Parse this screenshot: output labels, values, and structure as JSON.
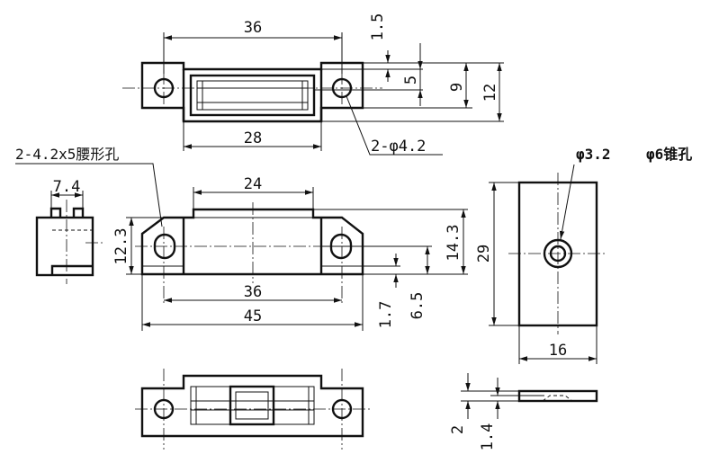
{
  "top_view": {
    "dim_width_outer": "36",
    "dim_width_inner": "28",
    "dim_thickness_top": "1.5",
    "dim_slot_height": "5",
    "dim_body_height": "9",
    "dim_total_height": "12",
    "hole_callout": "2-φ4.2"
  },
  "front_view": {
    "slot_callout": "2-4.2x5腰形孔",
    "dim_top_width": "24",
    "dim_hole_spacing": "36",
    "dim_total_length": "45",
    "dim_left_height": "12.3",
    "dim_right_height": "14.3",
    "dim_base_offset": "1.7",
    "dim_base_height": "6.5"
  },
  "side_view": {
    "dim_width": "7.4"
  },
  "plate_view": {
    "hole_label": "φ3.2",
    "countersink_label": "φ6锥孔",
    "dim_height": "29",
    "dim_width": "16"
  },
  "plate_side_view": {
    "dim_thickness": "2",
    "dim_step": "1.4"
  }
}
